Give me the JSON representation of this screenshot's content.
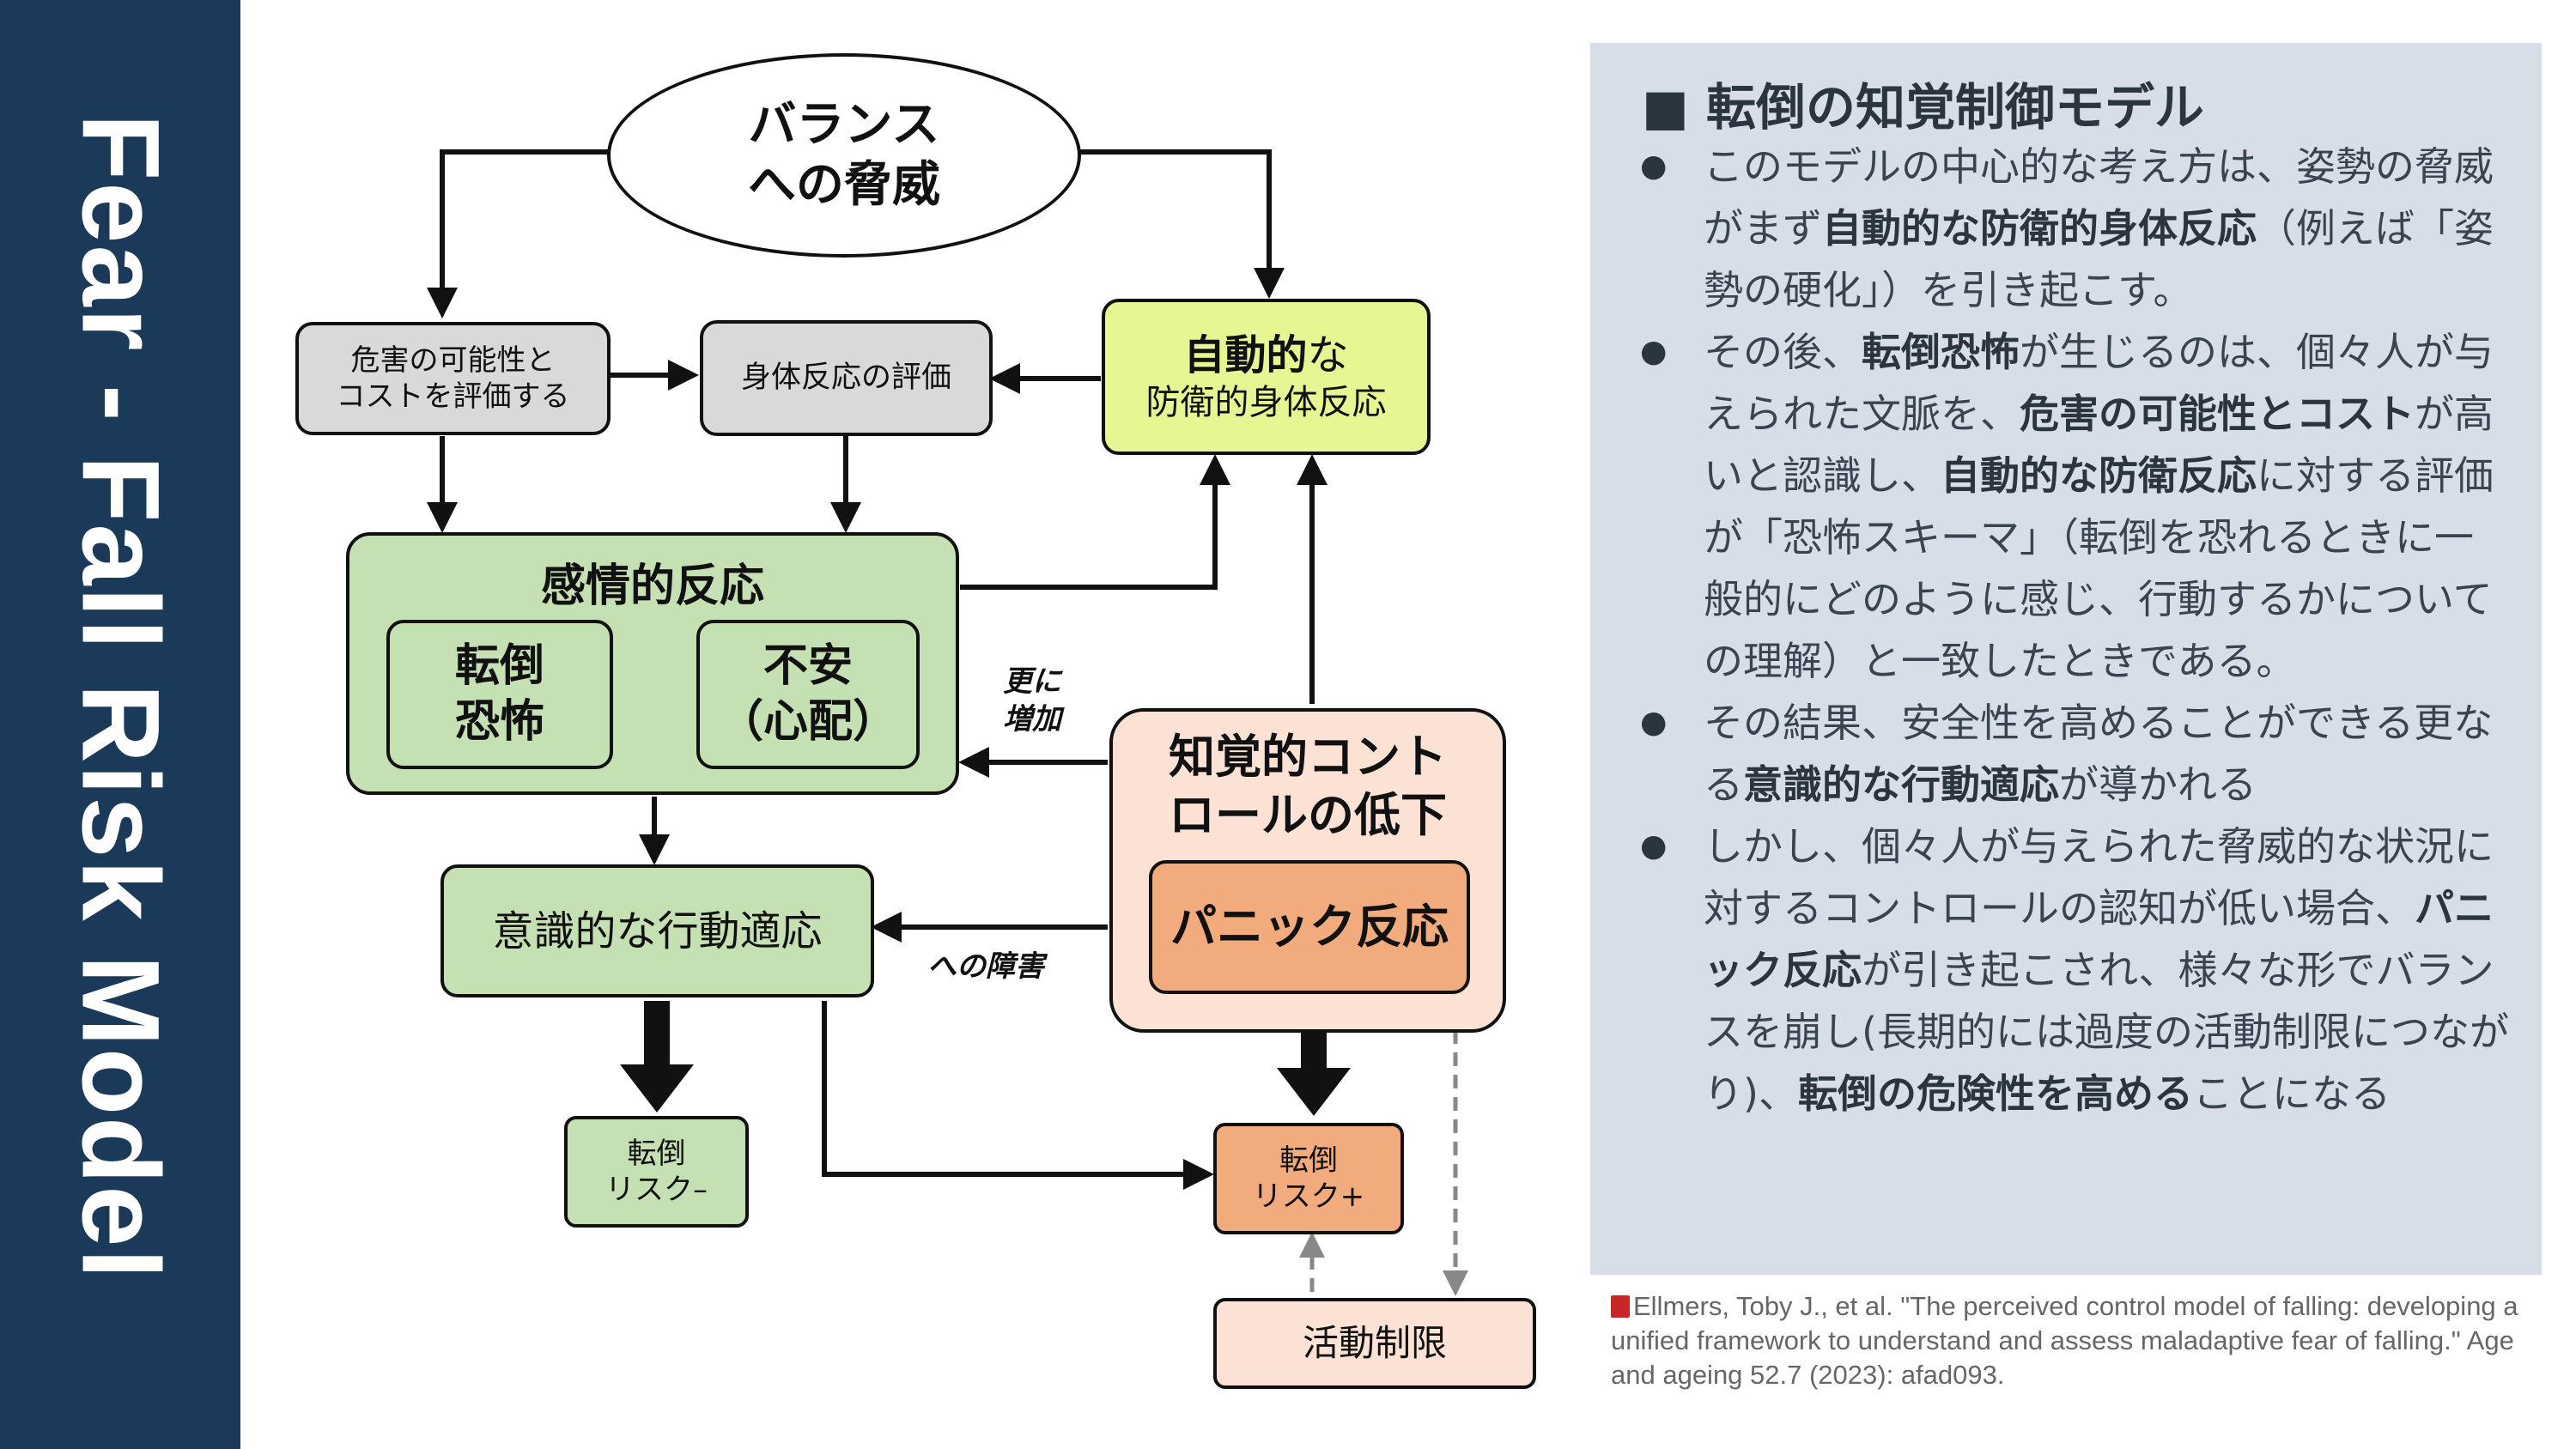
{
  "sidebar": {
    "title": "Fear - Fall Risk Model"
  },
  "diagram": {
    "balance_threat": [
      "バランス",
      "への脅威"
    ],
    "assess_harm": [
      "危害の可能性と",
      "コストを評価する"
    ],
    "evaluate_response": "身体反応の評価",
    "auto_defense": {
      "bold": "自動的",
      "rest": "な",
      "line2": "防衛的身体反応"
    },
    "emotional": {
      "title": "感情的反応",
      "fear_of_falling": [
        "転倒",
        "恐怖"
      ],
      "anxiety": [
        "不安",
        "（心配）"
      ]
    },
    "further_increase": [
      "更に",
      "増加"
    ],
    "perceived_control": [
      "知覚的コント",
      "ロールの低下"
    ],
    "panic": "パニック反応",
    "conscious_adaptation": "意識的な行動適応",
    "obstacle_to": "への障害",
    "fall_risk_minus": [
      "転倒",
      "リスク–"
    ],
    "fall_risk_plus": [
      "転倒",
      "リスク+"
    ],
    "activity_restriction": "活動制限",
    "colors": {
      "grey_box": "#d9d9d9",
      "green_box": "#c5e0b3",
      "yellow_box": "#e8f593",
      "peach_box": "#fbe2d5",
      "orange_box": "#f2ab7c"
    }
  },
  "panel": {
    "title": "■ 転倒の知覚制御モデル",
    "bullets": [
      [
        {
          "t": "このモデルの中心的な考え方は、姿勢の脅威がまず"
        },
        {
          "t": "自動的な防衛的身体反応",
          "b": true
        },
        {
          "t": "（例えば「姿勢の硬化」）を引き起こす。"
        }
      ],
      [
        {
          "t": "その後、"
        },
        {
          "t": "転倒恐怖",
          "b": true
        },
        {
          "t": "が生じるのは、個々人が与えられた文脈を、"
        },
        {
          "t": "危害の可能性とコスト",
          "b": true
        },
        {
          "t": "が高いと認識し、"
        },
        {
          "t": "自動的な防衛反応",
          "b": true
        },
        {
          "t": "に対する評価が「恐怖スキーマ」（転倒を恐れるときに一般的にどのように感じ、行動するかについての理解）と一致したときである。"
        }
      ],
      [
        {
          "t": "その結果、安全性を高めることができる更なる"
        },
        {
          "t": "意識的な行動適応",
          "b": true
        },
        {
          "t": "が導かれる"
        }
      ],
      [
        {
          "t": "しかし、個々人が与えられた脅威的な状況に対するコントロールの認知が低い場合、"
        },
        {
          "t": "パニック反応",
          "b": true
        },
        {
          "t": "が引き起こされ、様々な形でバランスを崩し(長期的には過度の活動制限につながり)、"
        },
        {
          "t": "転倒の危険性を高める",
          "b": true
        },
        {
          "t": "ことになる"
        }
      ]
    ]
  },
  "citation": "Ellmers, Toby J., et al. \"The perceived control model of falling: developing a unified framework to understand and assess maladaptive fear of falling.\" Age and ageing 52.7 (2023): afad093."
}
